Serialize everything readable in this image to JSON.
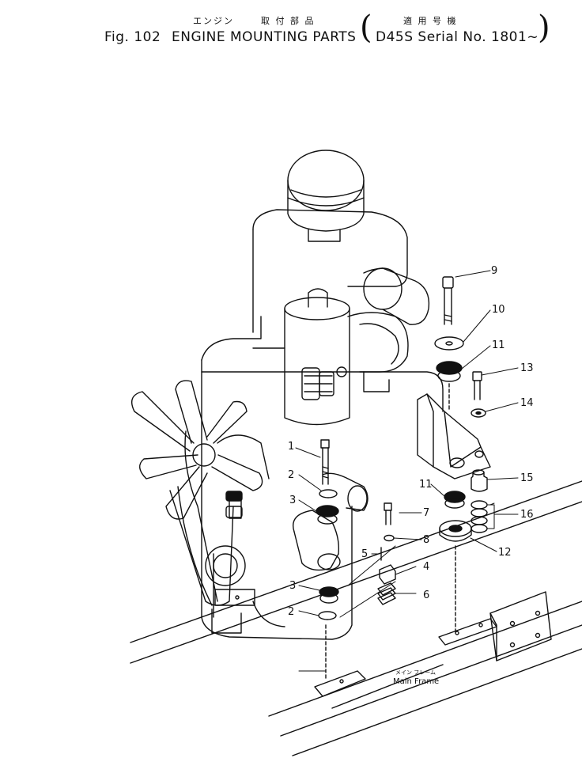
{
  "header": {
    "jp_engine": "エンジン",
    "jp_mounting_parts": "取 付 部 品",
    "jp_serial": "適 用 号 機",
    "fig_label": "Fig. 102",
    "title": "ENGINE MOUNTING PARTS",
    "serial": "D45S Serial No. 1801~",
    "paren_open": "(",
    "paren_close": ")"
  },
  "diagram": {
    "callouts": [
      "1",
      "2",
      "3",
      "4",
      "5",
      "6",
      "7",
      "8",
      "9",
      "10",
      "11",
      "12",
      "13",
      "14",
      "15",
      "16"
    ],
    "main_frame_jp": "メイン フレーム",
    "main_frame_en": "Main Frame"
  }
}
